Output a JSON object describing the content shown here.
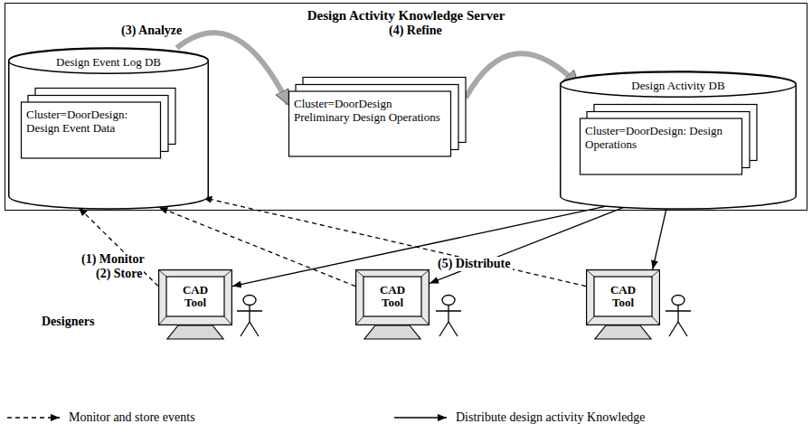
{
  "diagram": {
    "nodes": [
      {
        "text": [
          "Design Activity Knowledge Server"
        ]
      },
      {
        "text": [
          "Design Event Log DB"
        ],
        "in": 0
      },
      {
        "text": [
          "Cluster=DoorDesign: Design Event Data"
        ],
        "in": 1
      },
      {
        "text": [
          "Cluster=DoorDesign Preliminary Design Operations"
        ],
        "in": 0
      },
      {
        "text": [
          "Design Activity DB"
        ],
        "in": 0
      },
      {
        "text": [
          "Cluster=DoorDesign: Design Operations"
        ],
        "in": 4
      },
      {
        "text": [
          "CAD Tool"
        ]
      },
      {
        "text": [
          "CAD Tool"
        ]
      },
      {
        "text": [
          "CAD Tool"
        ]
      }
    ],
    "edges": [
      {
        "from": 1,
        "to": 3,
        "arrow": "to",
        "label": "(3) Analyze"
      },
      {
        "from": 3,
        "to": 4,
        "arrow": "to",
        "label": "(4) Refine"
      },
      {
        "from": 6,
        "to": 1,
        "arrow": "to"
      },
      {
        "from": 7,
        "to": 1,
        "arrow": "to"
      },
      {
        "from": 8,
        "to": 1,
        "arrow": "to"
      },
      {
        "from": 4,
        "to": 6,
        "arrow": "to"
      },
      {
        "from": 4,
        "to": 7,
        "arrow": "to"
      },
      {
        "from": 4,
        "to": 8,
        "arrow": "to"
      }
    ],
    "labels": [
      "(1) Monitor",
      "(2) Store",
      "(5) Distribute",
      "Designers"
    ],
    "legend": [
      {
        "text": "Monitor and store events"
      },
      {
        "text": "Distribute design activity Knowledge"
      }
    ]
  }
}
